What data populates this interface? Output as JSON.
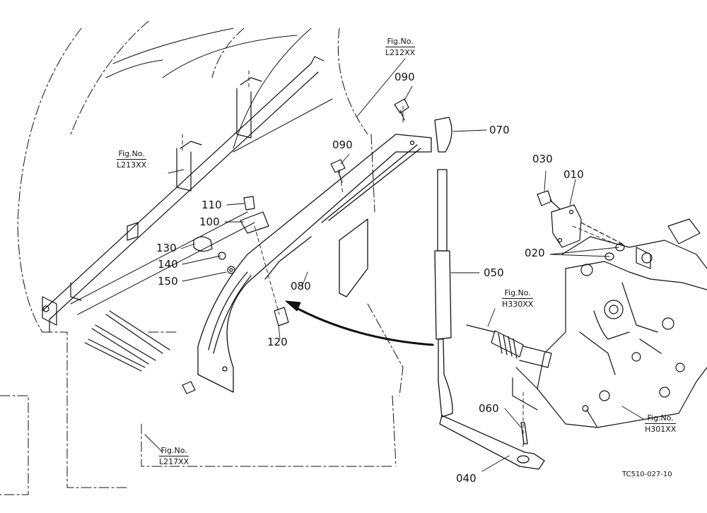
{
  "parts": {
    "p010": "010",
    "p020": "020",
    "p030": "030",
    "p040": "040",
    "p050": "050",
    "p060": "060",
    "p070": "070",
    "p080": "080",
    "p090a": "090",
    "p090b": "090",
    "p100": "100",
    "p110": "110",
    "p120": "120",
    "p130": "130",
    "p140": "140",
    "p150": "150"
  },
  "figure_refs": {
    "prefix": "Fig.No.",
    "l212": "L212XX",
    "l213": "L213XX",
    "l217": "L217XX",
    "h330": "H330XX",
    "h301": "H301XX"
  },
  "drawing_code": "TC510-027-10"
}
